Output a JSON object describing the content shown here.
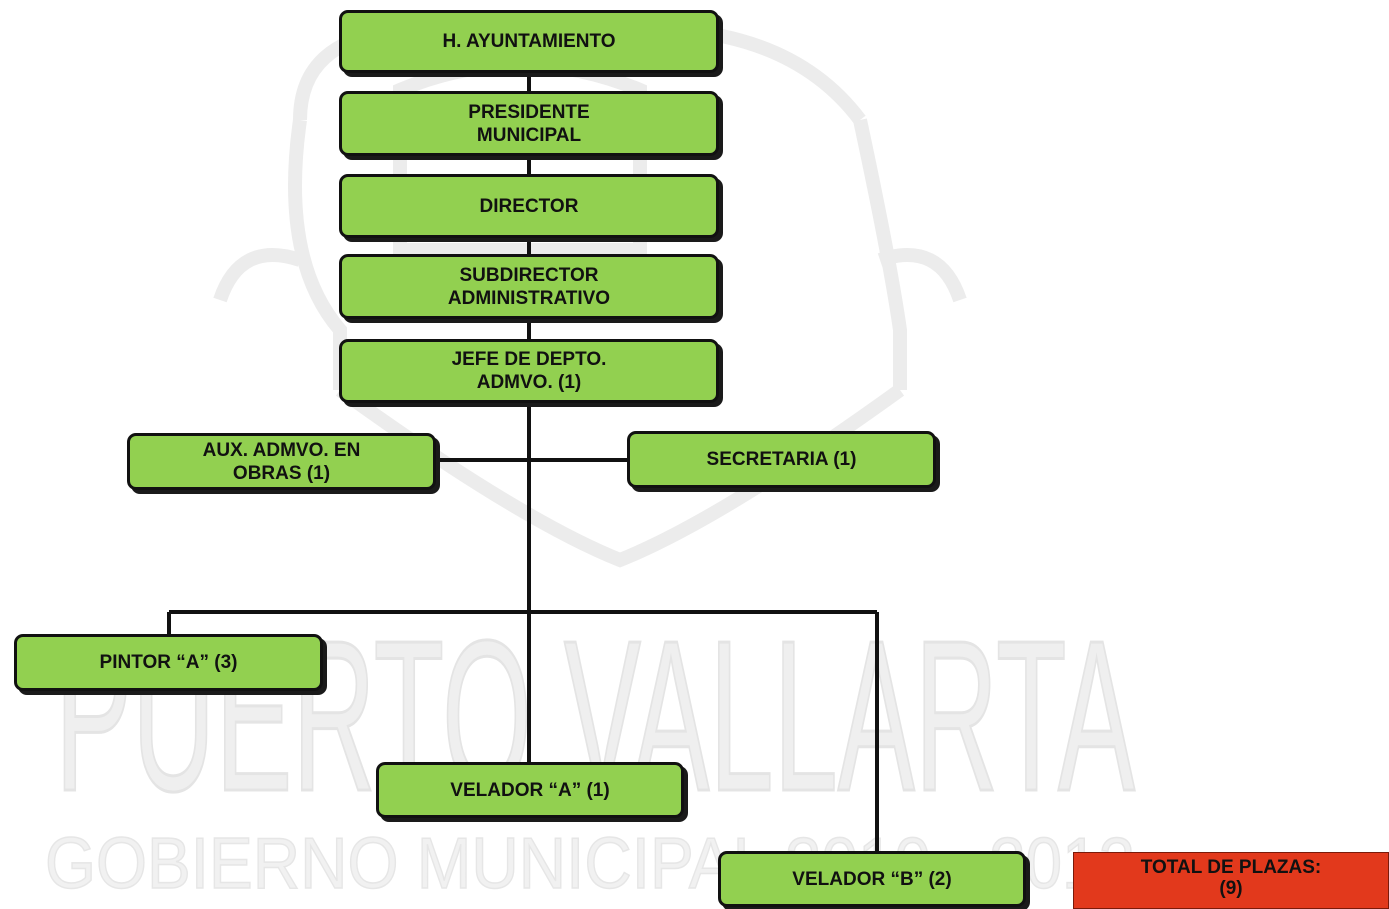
{
  "org_chart": {
    "ayuntamiento": "H. AYUNTAMIENTO",
    "presidente": "PRESIDENTE\nMUNICIPAL",
    "director": "DIRECTOR",
    "subdirector": "SUBDIRECTOR\nADMINISTRATIVO",
    "jefe": "JEFE DE DEPTO.\nADMVO.  (1)",
    "aux_admvo": "AUX. ADMVO. EN\nOBRAS (1)",
    "secretaria": "SECRETARIA (1)",
    "pintor": "PINTOR “A” (3)",
    "velador_a": "VELADOR “A” (1)",
    "velador_b": "VELADOR “B” (2)"
  },
  "total": "TOTAL DE PLAZAS:\n(9)",
  "watermark": {
    "line1": "PUERTO VALLARTA",
    "line2": "GOBIERNO MUNICIPAL 2010 - 2012"
  },
  "colors": {
    "node_fill": "#92d050",
    "total_fill": "#e2391c",
    "watermark": "#ececec"
  }
}
